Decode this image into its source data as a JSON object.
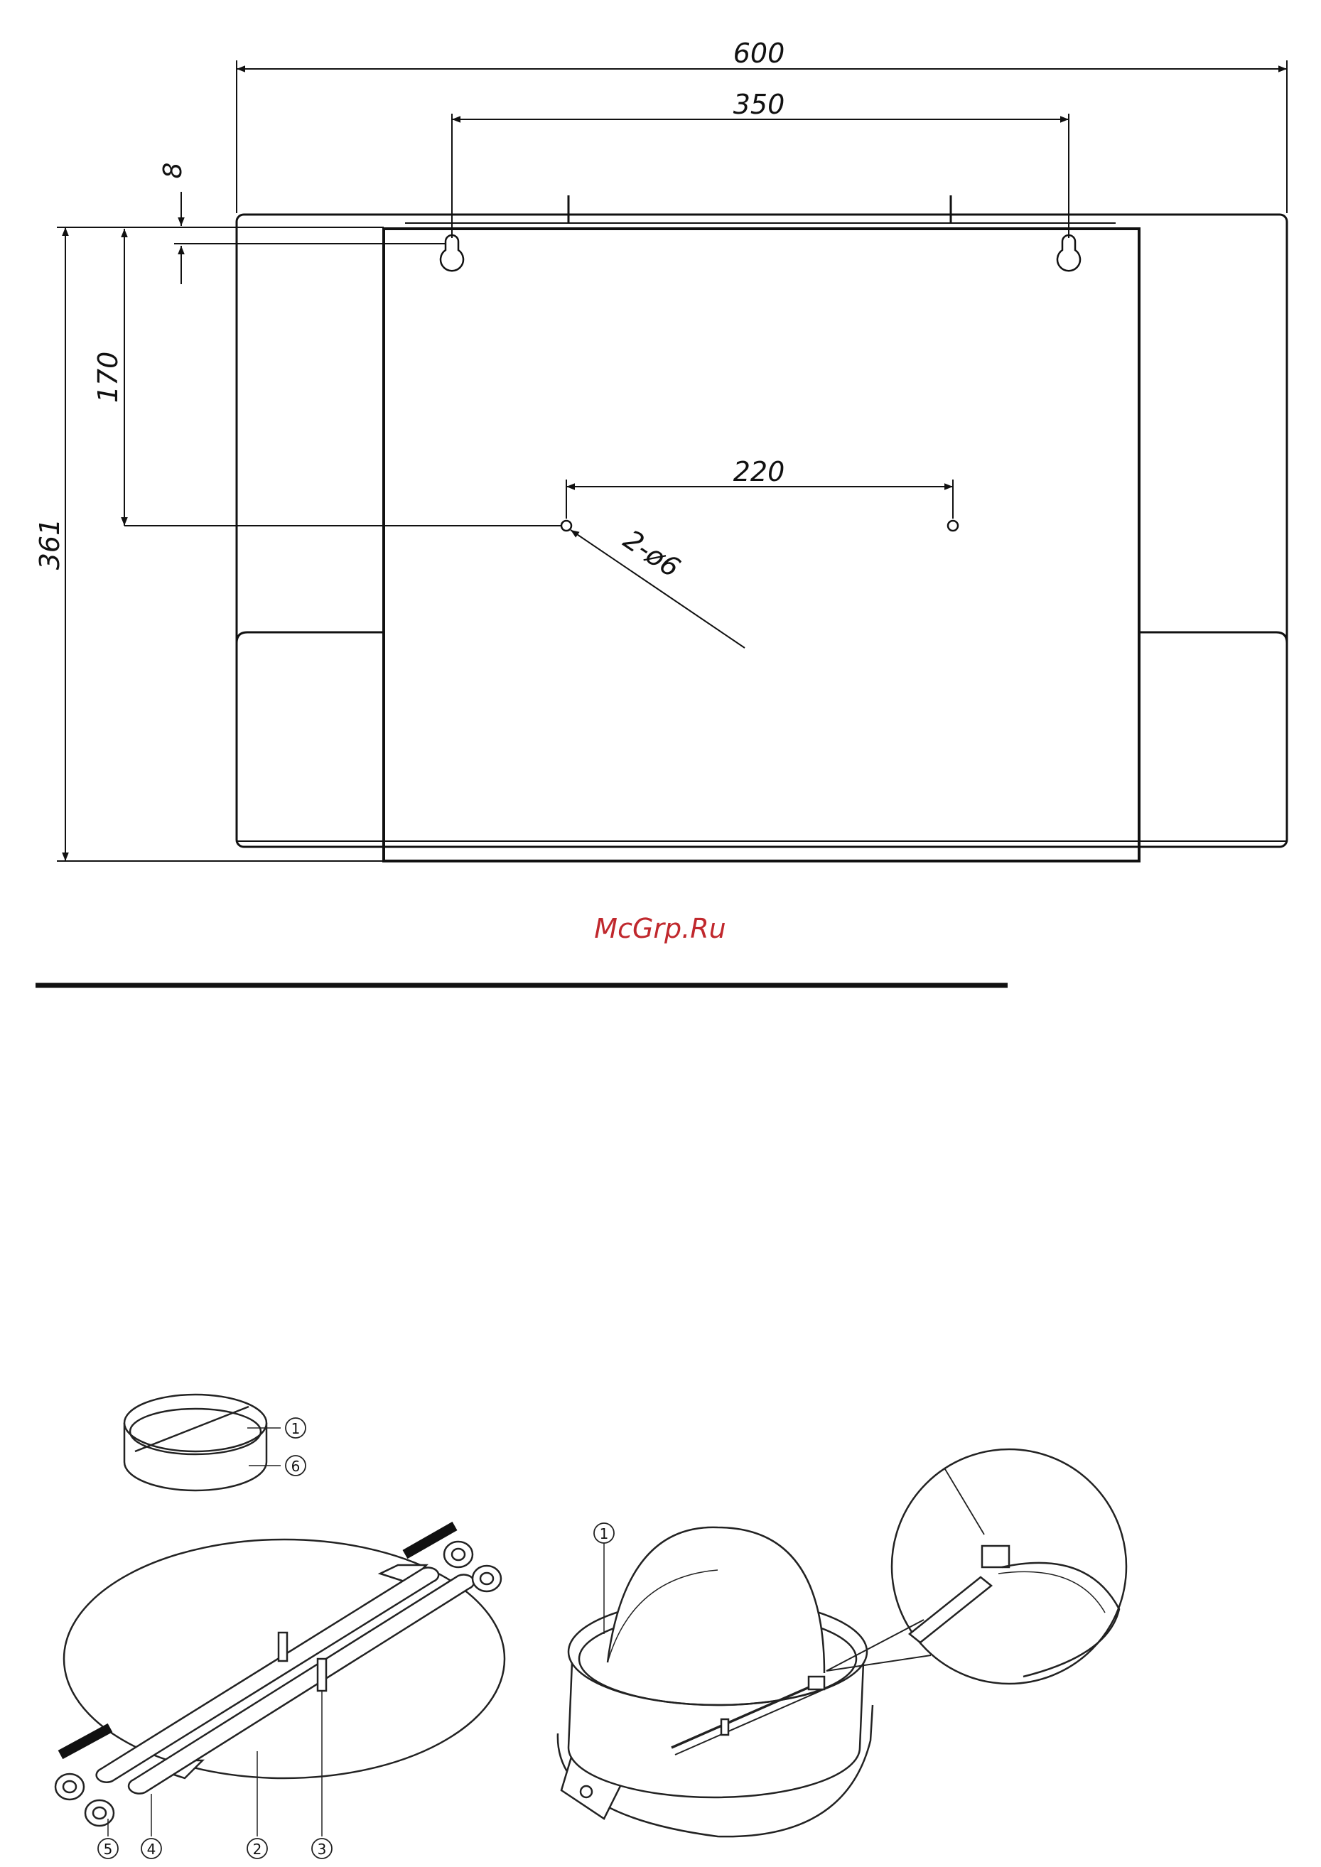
{
  "drawing": {
    "dim_width": "600",
    "dim_hole_span": "350",
    "dim_offset": "8",
    "dim_vertical": "170",
    "dim_height": "361",
    "dim_mount_span": "220",
    "dim_hole_note": "2-ø6"
  },
  "watermark": {
    "text": "McGrp.Ru"
  },
  "parts_figure": {
    "callouts": [
      "1",
      "6",
      "5",
      "4",
      "2",
      "3"
    ]
  },
  "damper_figure": {
    "callouts": [
      "1"
    ]
  },
  "colors": {
    "watermark": "#c0282d",
    "line": "#111111"
  }
}
